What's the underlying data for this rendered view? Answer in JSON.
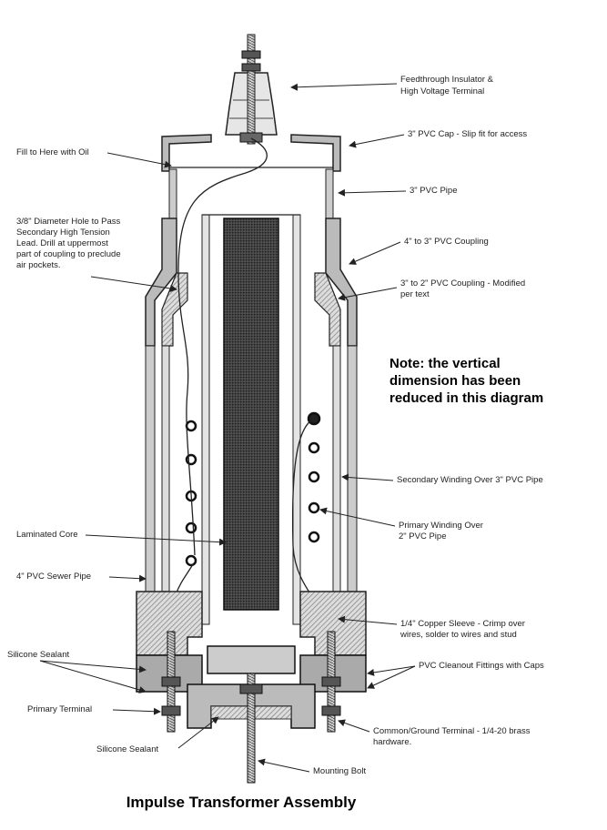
{
  "caption": "Impulse Transformer Assembly",
  "note": [
    "Note: the vertical",
    "dimension has been",
    "reduced in this diagram"
  ],
  "labels": {
    "feedthrough": [
      "Feedthrough Insulator &",
      "High Voltage Terminal"
    ],
    "pvc_cap": [
      "3\" PVC Cap - Slip fit for access"
    ],
    "fill_oil": [
      "Fill to Here with Oil"
    ],
    "pvc_pipe": [
      "3\" PVC Pipe"
    ],
    "hole": [
      "3/8\" Diameter Hole to Pass",
      "Secondary High Tension",
      "Lead. Drill at uppermost",
      "part of coupling to preclude",
      "air pockets."
    ],
    "coupling_4_3": [
      "4\" to 3\" PVC Coupling"
    ],
    "coupling_3_2": [
      "3\" to 2\" PVC Coupling - Modified",
      "per text"
    ],
    "secondary_winding": [
      "Secondary Winding Over 3\" PVC Pipe"
    ],
    "primary_winding": [
      "Primary Winding Over",
      "2\" PVC Pipe"
    ],
    "laminated_core": [
      "Laminated Core"
    ],
    "sewer_pipe": [
      "4\" PVC Sewer Pipe"
    ],
    "copper_sleeve": [
      "1/4\" Copper Sleeve - Crimp over",
      "wires, solder to wires and stud"
    ],
    "silicone_1": [
      "Silicone Sealant"
    ],
    "cleanout": [
      "PVC Cleanout Fittings with Caps"
    ],
    "primary_terminal": [
      "Primary Terminal"
    ],
    "common_ground": [
      "Common/Ground Terminal - 1/4-20 brass",
      "hardware."
    ],
    "silicone_2": [
      "Silicone Sealant"
    ],
    "mounting_bolt": [
      "Mounting Bolt"
    ]
  }
}
